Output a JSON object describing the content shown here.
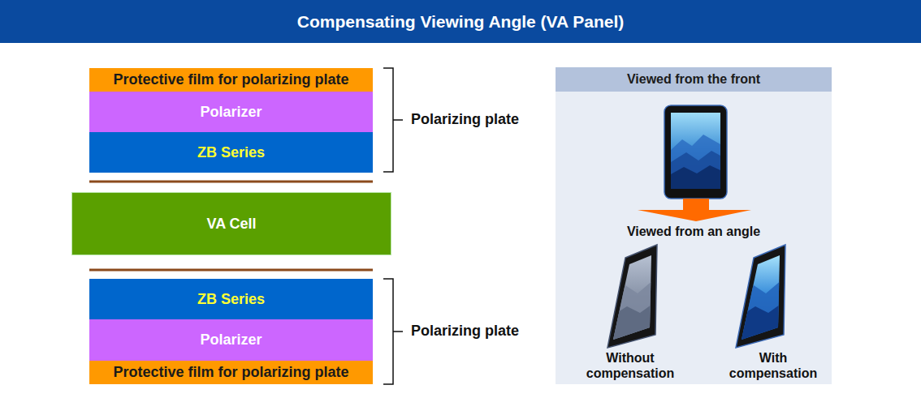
{
  "diagram": {
    "title": "Compensating Viewing Angle (VA Panel)",
    "nodes": [
      {
        "text": [
          "Protective film for polarizing plate"
        ]
      },
      {
        "text": [
          "Polarizer"
        ]
      },
      {
        "text": [
          "ZB Series"
        ]
      },
      {
        "text": [
          "VA Cell"
        ]
      },
      {
        "text": [
          "ZB Series"
        ]
      },
      {
        "text": [
          "Polarizer"
        ]
      },
      {
        "text": [
          "Protective film for polarizing plate"
        ]
      },
      {
        "text": [
          "Viewed from the front"
        ]
      }
    ],
    "labels": [
      "Polarizing plate",
      "Viewed from an angle",
      "Without compensation",
      "With compensation",
      "Polarizing plate"
    ]
  }
}
